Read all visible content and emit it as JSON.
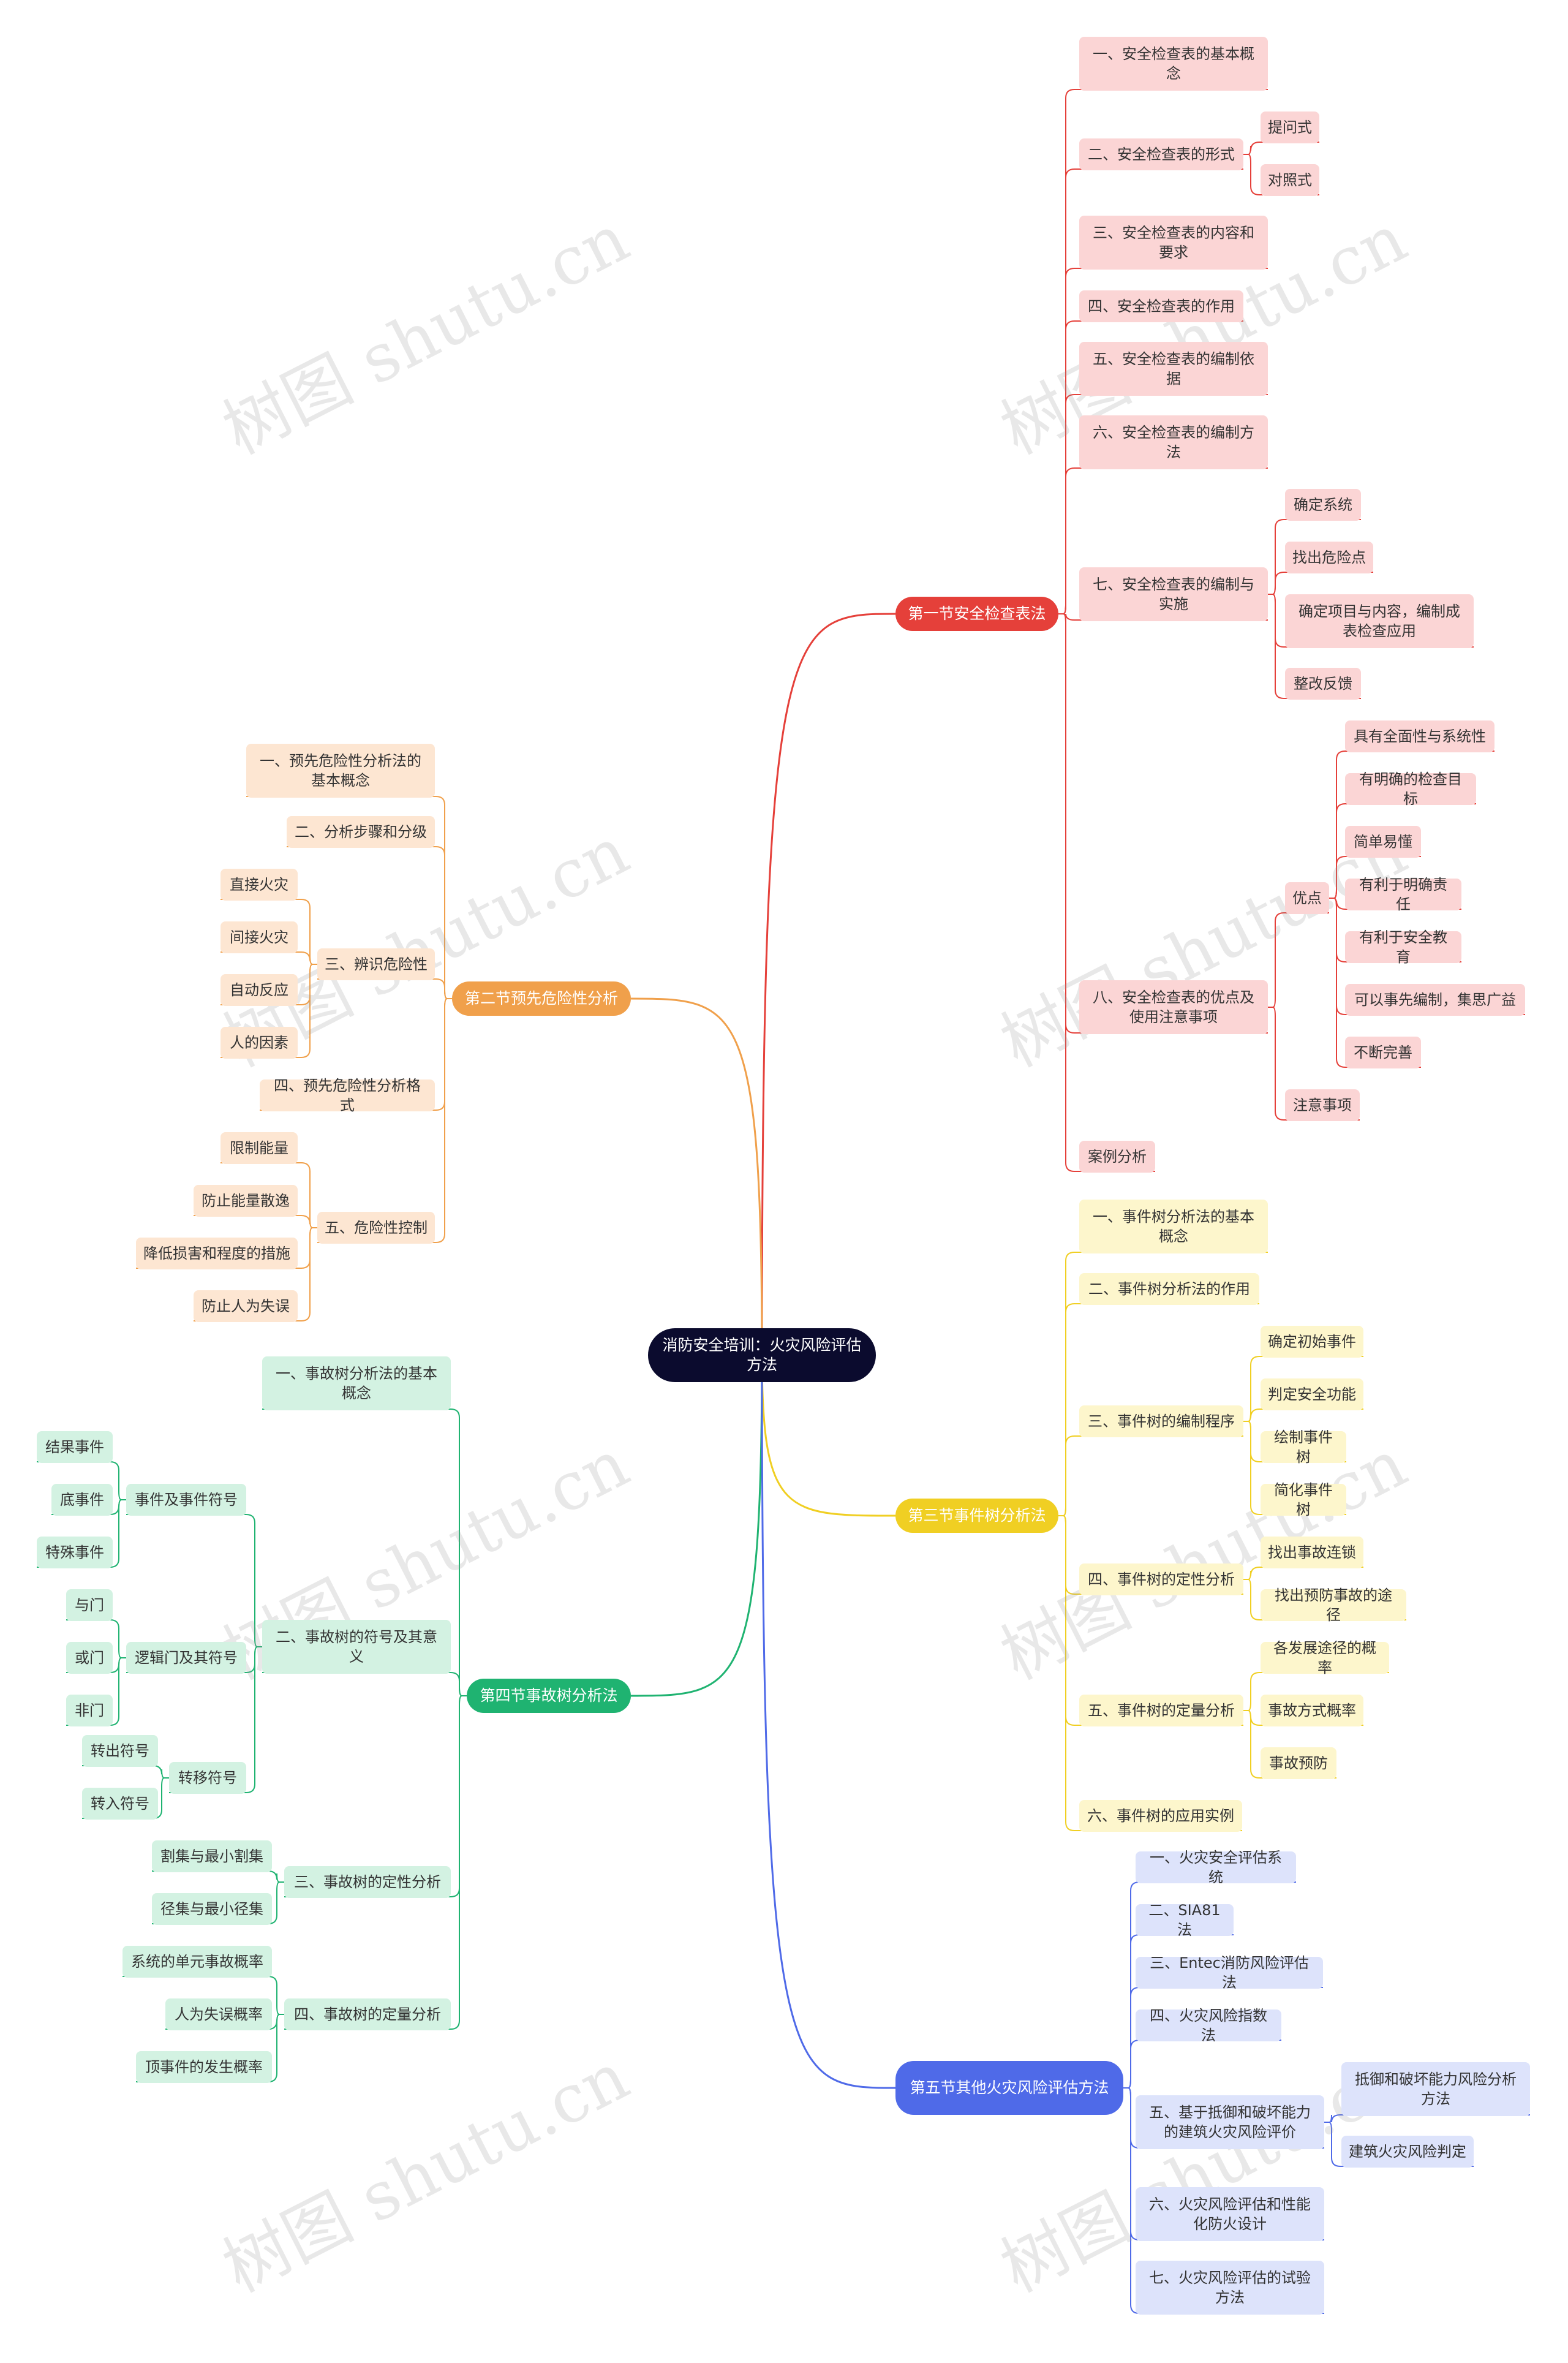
{
  "root": "消防安全培训：火灾风险评估方法",
  "watermark_text": "树图 shutu.cn",
  "colors": {
    "s1": "#e5403a",
    "s1_light": "#fbd5d5",
    "s2": "#f0a04b",
    "s2_light": "#fde6d2",
    "s3": "#f0cf23",
    "s3_light": "#fdf6cc",
    "s4": "#1fb371",
    "s4_light": "#d3f2e2",
    "s5": "#4f6ae8",
    "s5_light": "#dde3fb"
  },
  "sections": {
    "s1": {
      "label": "第一节安全检查表法",
      "items": {
        "a": "一、安全检查表的基本概念",
        "b": "二、安全检查表的形式",
        "b1": "提问式",
        "b2": "对照式",
        "c": "三、安全检查表的内容和要求",
        "d": "四、安全检查表的作用",
        "e": "五、安全检查表的编制依据",
        "f": "六、安全检查表的编制方法",
        "g": "七、安全检查表的编制与实施",
        "g1": "确定系统",
        "g2": "找出危险点",
        "g3": "确定项目与内容，编制成表检查应用",
        "g4": "整改反馈",
        "h": "八、安全检查表的优点及使用注意事项",
        "h1": "优点",
        "h1a": "具有全面性与系统性",
        "h1b": "有明确的检查目标",
        "h1c": "简单易懂",
        "h1d": "有利于明确责任",
        "h1e": "有利于安全教育",
        "h1f": "可以事先编制，集思广益",
        "h1g": "不断完善",
        "h2": "注意事项",
        "i": "案例分析"
      }
    },
    "s2": {
      "label": "第二节预先危险性分析",
      "items": {
        "a": "一、预先危险性分析法的基本概念",
        "b": "二、分析步骤和分级",
        "c": "三、辨识危险性",
        "c1": "直接火灾",
        "c2": "间接火灾",
        "c3": "自动反应",
        "c4": "人的因素",
        "d": "四、预先危险性分析格式",
        "e": "五、危险性控制",
        "e1": "限制能量",
        "e2": "防止能量散逸",
        "e3": "降低损害和程度的措施",
        "e4": "防止人为失误"
      }
    },
    "s3": {
      "label": "第三节事件树分析法",
      "items": {
        "a": "一、事件树分析法的基本概念",
        "b": "二、事件树分析法的作用",
        "c": "三、事件树的编制程序",
        "c1": "确定初始事件",
        "c2": "判定安全功能",
        "c3": "绘制事件树",
        "c4": "简化事件树",
        "d": "四、事件树的定性分析",
        "d1": "找出事故连锁",
        "d2": "找出预防事故的途径",
        "e": "五、事件树的定量分析",
        "e1": "各发展途径的概率",
        "e2": "事故方式概率",
        "e3": "事故预防",
        "f": "六、事件树的应用实例"
      }
    },
    "s4": {
      "label": "第四节事故树分析法",
      "items": {
        "a": "一、事故树分析法的基本概念",
        "b": "二、事故树的符号及其意义",
        "b1": "事件及事件符号",
        "b1a": "结果事件",
        "b1b": "底事件",
        "b1c": "特殊事件",
        "b2": "逻辑门及其符号",
        "b2a": "与门",
        "b2b": "或门",
        "b2c": "非门",
        "b3": "转移符号",
        "b3a": "转出符号",
        "b3b": "转入符号",
        "c": "三、事故树的定性分析",
        "c1": "割集与最小割集",
        "c2": "径集与最小径集",
        "d": "四、事故树的定量分析",
        "d1": "系统的单元事故概率",
        "d2": "人为失误概率",
        "d3": "顶事件的发生概率"
      }
    },
    "s5": {
      "label": "第五节其他火灾风险评估方法",
      "items": {
        "a": "一、火灾安全评估系统",
        "b": "二、SIA81法",
        "c": "三、Entec消防风险评估法",
        "d": "四、火灾风险指数法",
        "e": "五、基于抵御和破坏能力的建筑火灾风险评价",
        "e1": "抵御和破坏能力风险分析方法",
        "e2": "建筑火灾风险判定",
        "f": "六、火灾风险评估和性能化防火设计",
        "g": "七、火灾风险评估的试验方法"
      }
    }
  }
}
